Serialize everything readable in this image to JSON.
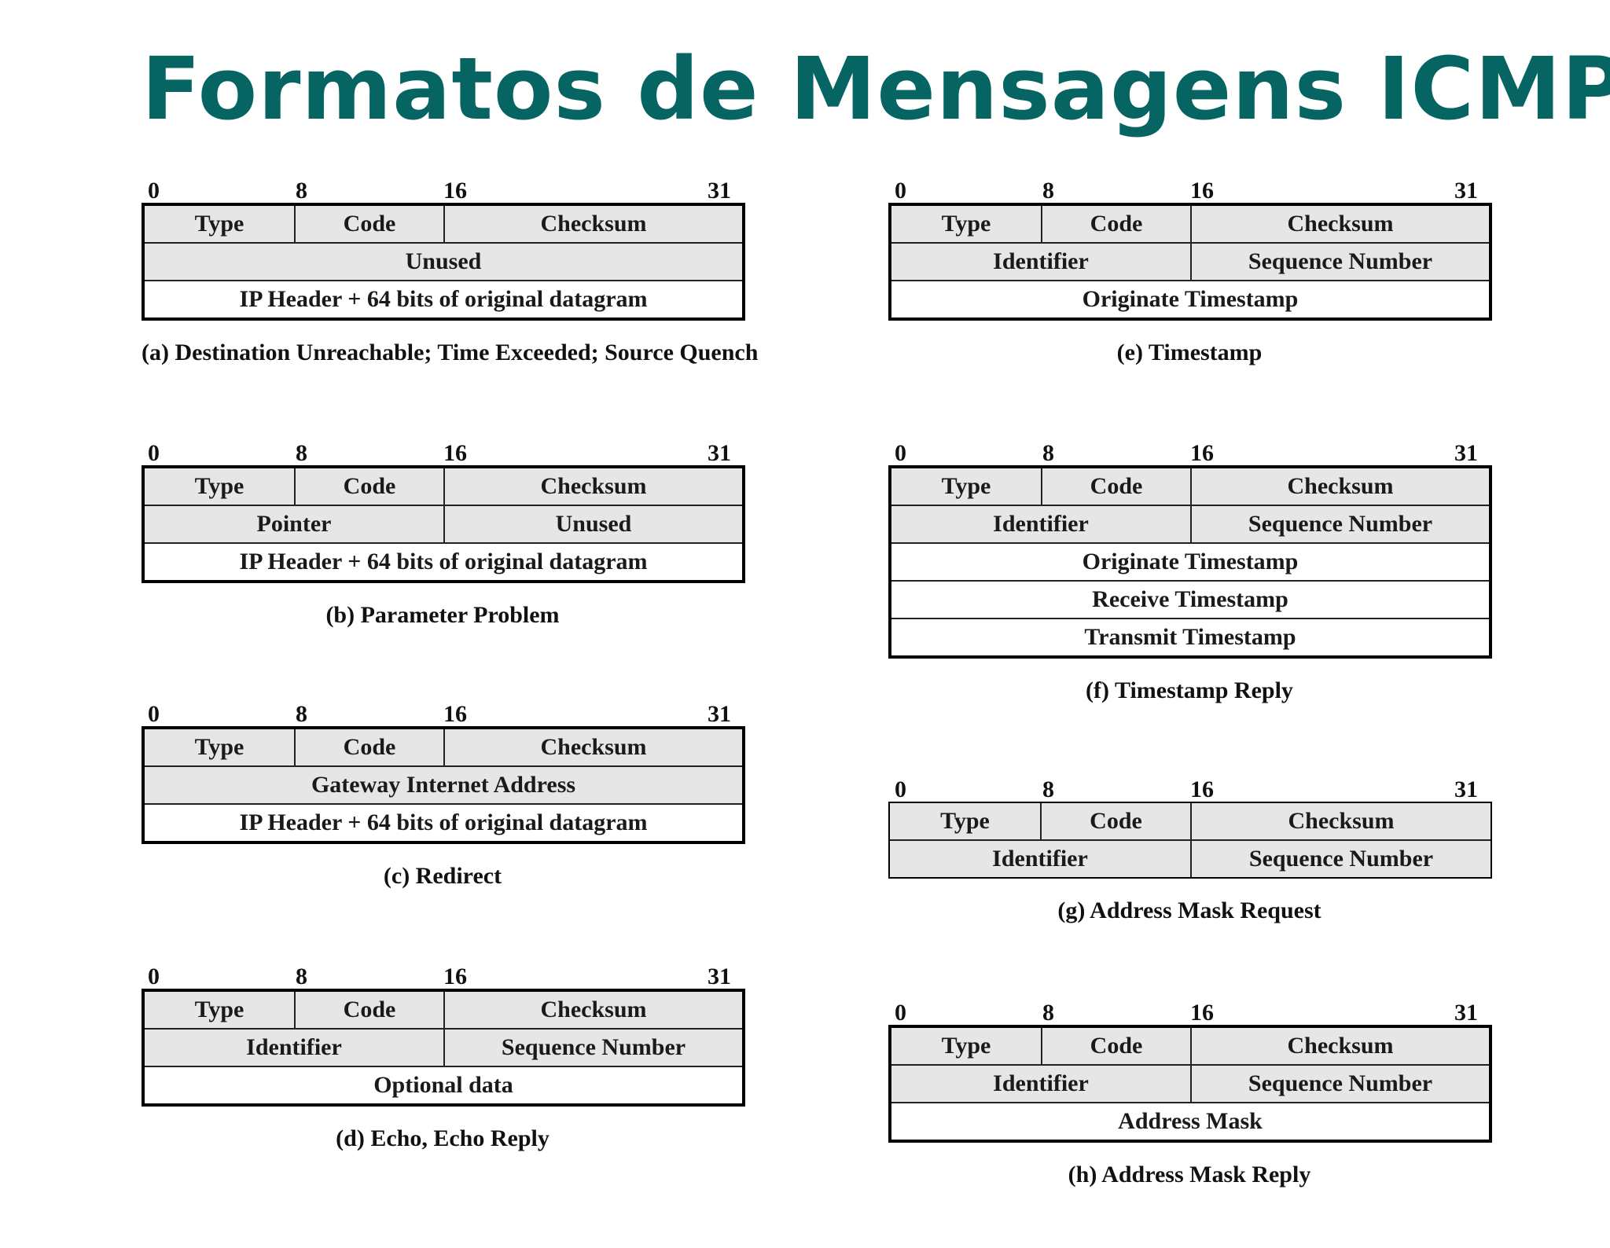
{
  "title": "Formatos de Mensagens ICMP",
  "bit_labels": [
    "0",
    "8",
    "16",
    "31"
  ],
  "diagrams": [
    {
      "id": "a",
      "caption": "(a) Destination Unreachable; Time Exceeded; Source Quench",
      "rows": [
        [
          "Type",
          "Code",
          "Checksum"
        ],
        [
          "Unused"
        ],
        [
          "IP Header + 64 bits of original datagram"
        ]
      ]
    },
    {
      "id": "b",
      "caption": "(b) Parameter Problem",
      "rows": [
        [
          "Type",
          "Code",
          "Checksum"
        ],
        [
          "Pointer",
          "Unused"
        ],
        [
          "IP Header + 64 bits of original datagram"
        ]
      ]
    },
    {
      "id": "c",
      "caption": "(c) Redirect",
      "rows": [
        [
          "Type",
          "Code",
          "Checksum"
        ],
        [
          "Gateway Internet Address"
        ],
        [
          "IP Header + 64 bits of original datagram"
        ]
      ]
    },
    {
      "id": "d",
      "caption": "(d) Echo, Echo Reply",
      "rows": [
        [
          "Type",
          "Code",
          "Checksum"
        ],
        [
          "Identifier",
          "Sequence Number"
        ],
        [
          "Optional data"
        ]
      ]
    },
    {
      "id": "e",
      "caption": "(e) Timestamp",
      "rows": [
        [
          "Type",
          "Code",
          "Checksum"
        ],
        [
          "Identifier",
          "Sequence Number"
        ],
        [
          "Originate Timestamp"
        ]
      ]
    },
    {
      "id": "f",
      "caption": "(f) Timestamp Reply",
      "rows": [
        [
          "Type",
          "Code",
          "Checksum"
        ],
        [
          "Identifier",
          "Sequence Number"
        ],
        [
          "Originate Timestamp"
        ],
        [
          "Receive Timestamp"
        ],
        [
          "Transmit Timestamp"
        ]
      ]
    },
    {
      "id": "g",
      "caption": "(g) Address Mask Request",
      "rows": [
        [
          "Type",
          "Code",
          "Checksum"
        ],
        [
          "Identifier",
          "Sequence Number"
        ]
      ]
    },
    {
      "id": "h",
      "caption": "(h) Address Mask Reply",
      "rows": [
        [
          "Type",
          "Code",
          "Checksum"
        ],
        [
          "Identifier",
          "Sequence Number"
        ],
        [
          "Address Mask"
        ]
      ]
    }
  ]
}
